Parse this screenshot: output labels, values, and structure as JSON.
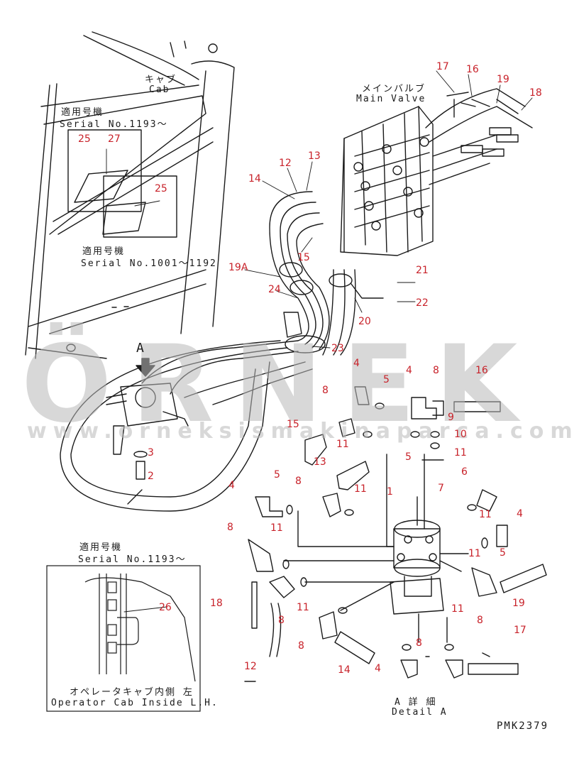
{
  "labels": {
    "cab_jp": "キャブ",
    "cab_en": "Cab",
    "serial_top_jp": "適用号機",
    "serial_top_en": "Serial No.1193～",
    "serial_mid_jp": "適用号機",
    "serial_mid_en": "Serial No.1001～1192",
    "main_valve_jp": "メインバルブ",
    "main_valve_en": "Main Valve",
    "arrow_a": "A",
    "serial_inset_jp": "適用号機",
    "serial_inset_en": "Serial No.1193～",
    "inset_caption_jp": "オペレータキャブ内側 左",
    "inset_caption_en": "Operator Cab Inside L.H.",
    "detail_jp": "A 詳 細",
    "detail_en": "Detail A",
    "drawing_no": "PMK2379"
  },
  "watermark": {
    "brand": "ÖRNEK",
    "url": "www.orneksismakinaparca.com.tr"
  },
  "colors": {
    "line": "#1a1a1a",
    "callout": "#c8222a",
    "watermark": "#b9b9b9"
  },
  "callouts": [
    "25",
    "27",
    "25",
    "12",
    "13",
    "14",
    "15",
    "19A",
    "24",
    "21",
    "22",
    "20",
    "23",
    "17",
    "16",
    "19",
    "18",
    "4",
    "5",
    "4",
    "8",
    "16",
    "8",
    "15",
    "13",
    "11",
    "11",
    "9",
    "10",
    "11",
    "5",
    "6",
    "7",
    "4",
    "1",
    "4",
    "5",
    "11",
    "8",
    "11",
    "8",
    "11",
    "5",
    "11",
    "8",
    "19",
    "18",
    "12",
    "26",
    "8",
    "14",
    "4",
    "8",
    "17",
    "2",
    "3",
    "11",
    "8"
  ]
}
